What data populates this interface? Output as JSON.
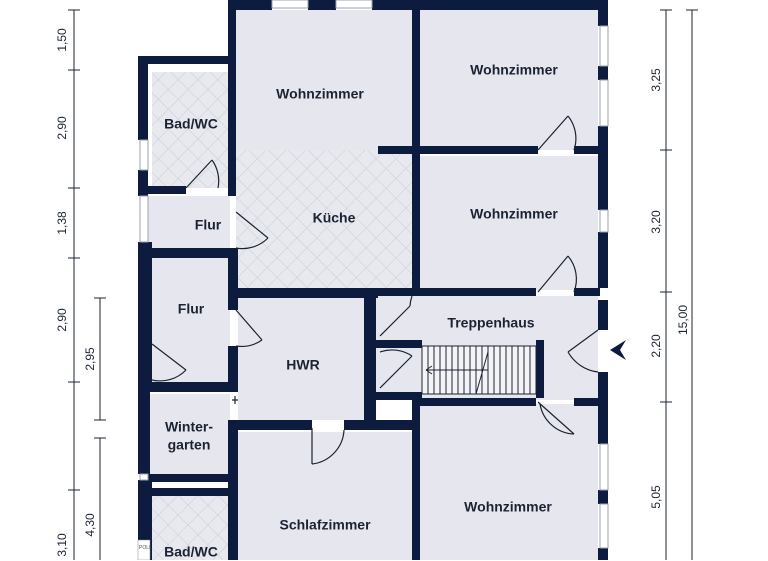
{
  "rooms": {
    "wohnzimmer_1": "Wohnzimmer",
    "wohnzimmer_2": "Wohnzimmer",
    "wohnzimmer_3": "Wohnzimmer",
    "wohnzimmer_4": "Wohnzimmer",
    "bad_wc_top": "Bad/WC",
    "bad_wc_bottom": "Bad/WC",
    "flur_1": "Flur",
    "flur_2": "Flur",
    "kueche": "Küche",
    "treppenhaus": "Treppenhaus",
    "hwr": "HWR",
    "wintergarten_1": "Winter-",
    "wintergarten_2": "garten",
    "schlafzimmer": "Schlafzimmer"
  },
  "dimensions_left_outer": [
    "1,50",
    "2,90",
    "1,38",
    "2,90",
    "4,30",
    "3,10"
  ],
  "dimensions_left_inner": [
    "2,95"
  ],
  "dimensions_right_inner": [
    "3,25",
    "3,20",
    "2,20",
    "5,05"
  ],
  "dimensions_right_outer": [
    "15,00"
  ],
  "logo": "POLL",
  "colors": {
    "wall": "#0d1b3e",
    "floor": "#e6e7ee",
    "tile_hatch": "#c3c6d1",
    "dim_line": "#1b2333",
    "entrance_arrow": "#0d1b3e"
  }
}
